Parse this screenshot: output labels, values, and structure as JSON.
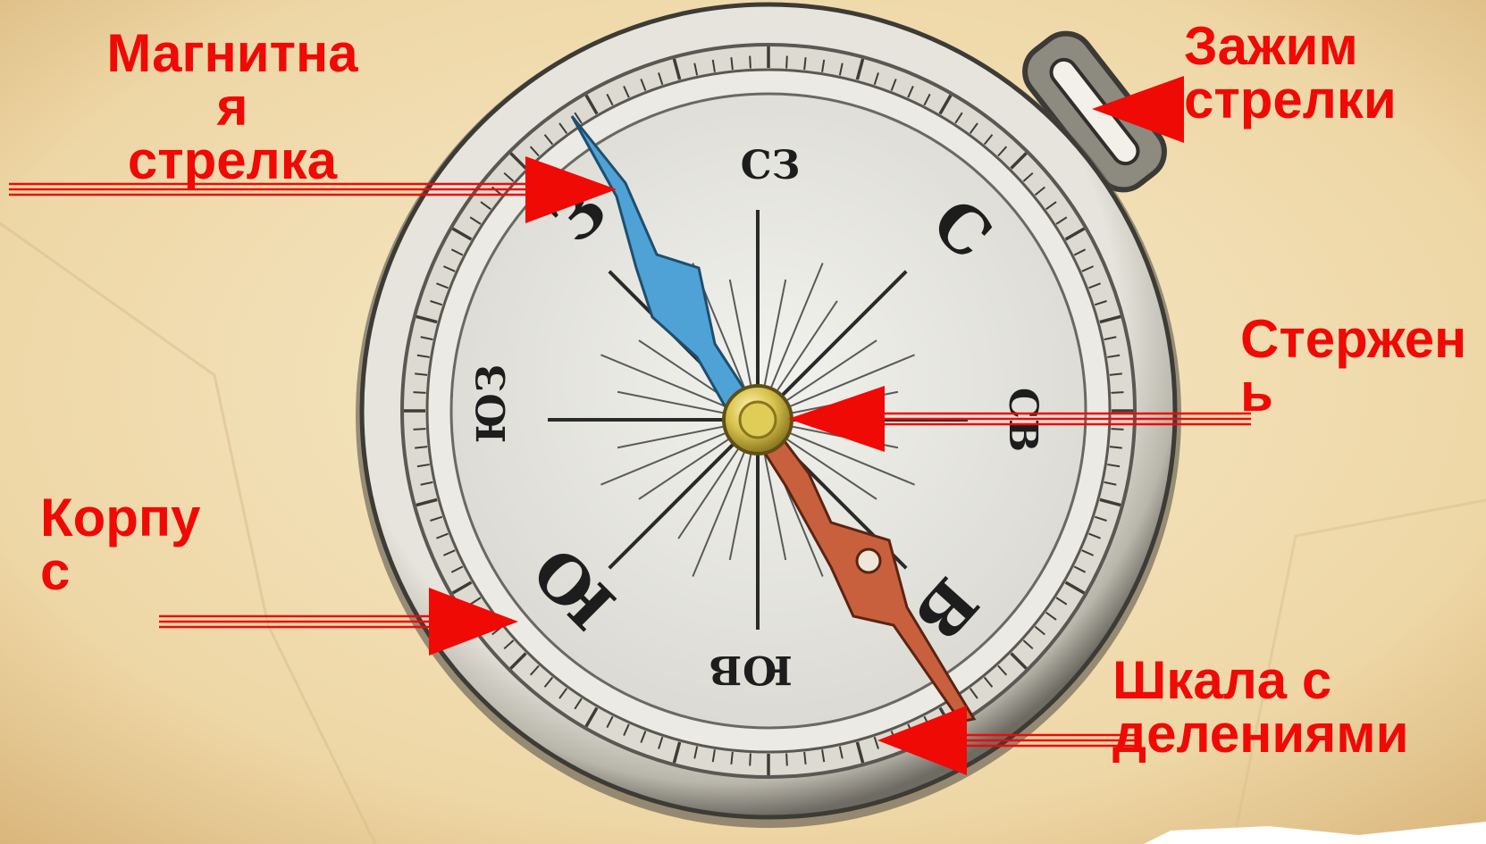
{
  "labels": {
    "magnetic_needle": "Магнитна\nя\nстрелка",
    "needle_clamp": "Зажим\nстрелки",
    "pivot": "Стержен\nь",
    "body": "Корпу\nс",
    "scale": "Шкала с\nделениями"
  },
  "dial": {
    "n": "С",
    "ne": "СВ",
    "e": "В",
    "se": "ЮВ",
    "s": "Ю",
    "sw": "ЮЗ",
    "w": "З",
    "nw": "СЗ"
  },
  "colors": {
    "label": "#ef0a06",
    "arrow": "#ef0a06",
    "background": "#f1dfb6",
    "north_needle": "#4fa2d6",
    "south_needle": "#c8603e",
    "pivot": "#c9b23c"
  }
}
